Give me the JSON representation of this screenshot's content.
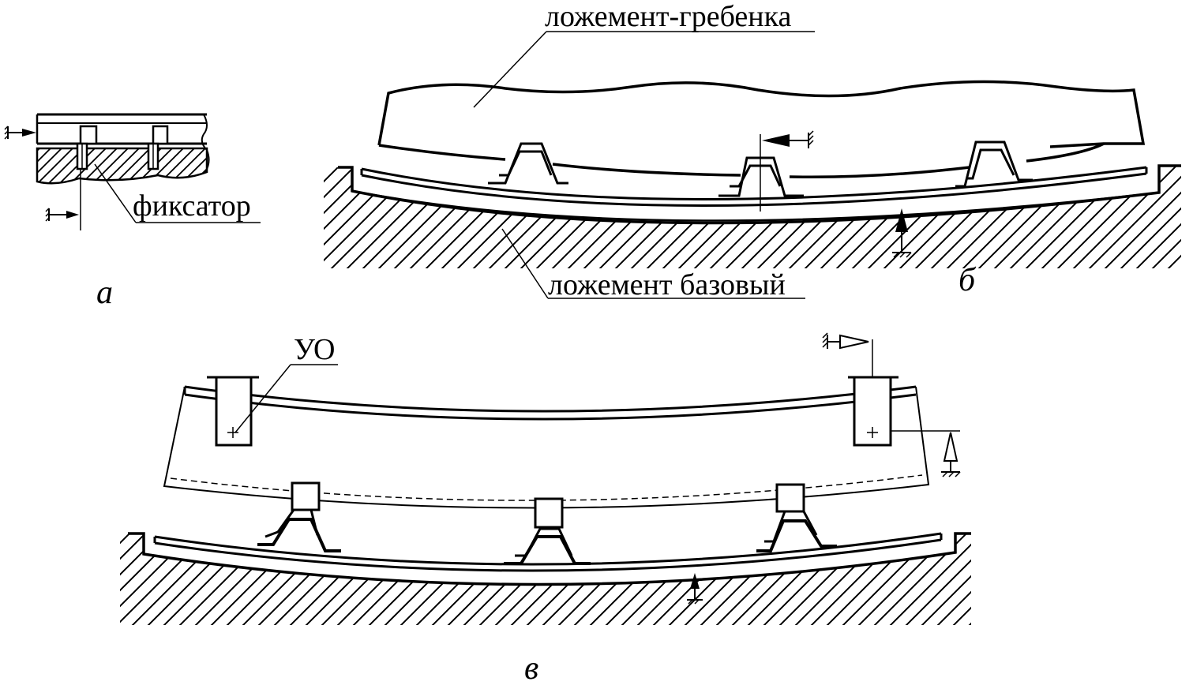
{
  "figure": {
    "panel_a": {
      "letter": "а",
      "label_fixator": "фиксатор"
    },
    "panel_b": {
      "letter": "б",
      "label_comb_cradle": "ложемент-гребенка",
      "label_base_cradle": "ложемент базовый"
    },
    "panel_c": {
      "letter": "в",
      "label_reference_hole": "УО"
    }
  }
}
